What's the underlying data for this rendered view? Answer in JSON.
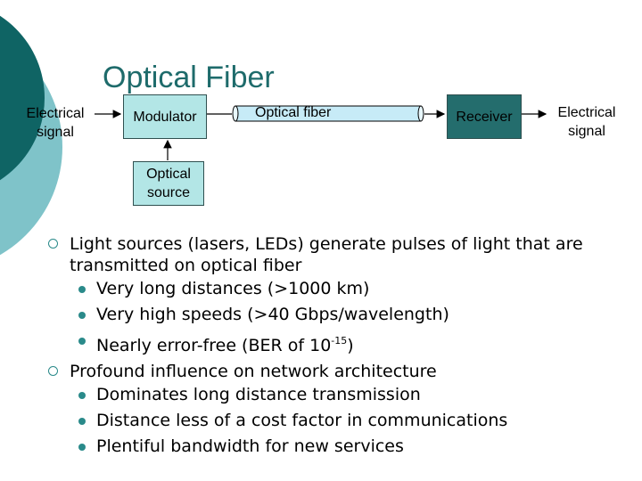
{
  "title": "Optical Fiber",
  "diagram": {
    "input_label": "Electrical signal",
    "modulator": "Modulator",
    "fiber": "Optical fiber",
    "receiver": "Receiver",
    "output_label": "Electrical signal",
    "source": "Optical source"
  },
  "bullets": [
    {
      "text": "Light sources (lasers, LEDs) generate pulses of light that are transmitted on optical fiber",
      "sub": [
        {
          "text": "Very long distances (>1000 km)"
        },
        {
          "text": "Very high speeds (>40 Gbps/wavelength)"
        },
        {
          "text": "Nearly error-free (BER of 10",
          "sup": "-15",
          "tail": ")"
        }
      ]
    },
    {
      "text": "Profound influence on network architecture",
      "sub": [
        {
          "text": "Dominates long distance transmission"
        },
        {
          "text": "Distance less of a cost factor in communications"
        },
        {
          "text": "Plentiful bandwidth for new services"
        }
      ]
    }
  ],
  "colors": {
    "accent": "#1e6b6b",
    "box_fill": "#b3e6e6",
    "receiver_fill": "#246d6d",
    "bullet": "#2a8a8a"
  }
}
